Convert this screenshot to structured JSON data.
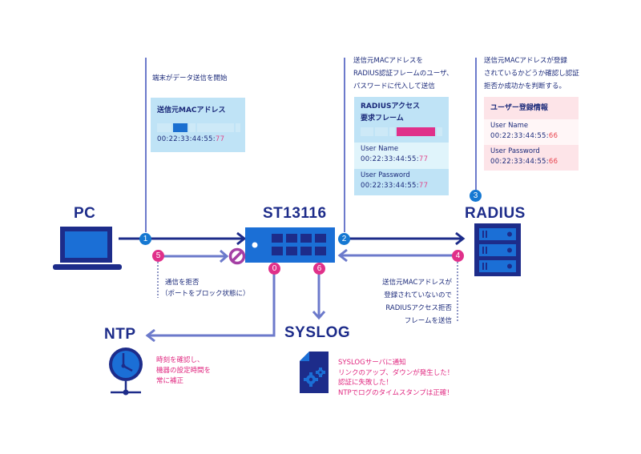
{
  "nodes": {
    "pc": "PC",
    "switch": "ST13116",
    "radius": "RADIUS",
    "ntp": "NTP",
    "syslog": "SYSLOG"
  },
  "steps": {
    "s0": "0",
    "s1": "1",
    "s2": "2",
    "s3": "3",
    "s4": "4",
    "s5": "5",
    "s6": "6"
  },
  "step1": {
    "note": "端末がデータ送信を開始",
    "box_title": "送信元MACアドレス",
    "mac_prefix": "00:22:33:44:55:",
    "mac_last": "77"
  },
  "step2": {
    "note_lines": [
      "送信元MACアドレスを",
      "RADIUS認証フレームのユーザ、",
      "パスワードに代入して送信"
    ],
    "box_title_lines": [
      "RADIUSアクセス",
      "要求フレーム"
    ],
    "user_name_label": "User Name",
    "user_name_prefix": "00:22:33:44:55:",
    "user_name_last": "77",
    "password_label": "User Password",
    "password_prefix": "00:22:33:44:55:",
    "password_last": "77"
  },
  "step3": {
    "note_lines": [
      "送信元MACアドレスが登録",
      "されているかどうか確認し認証",
      "拒否か成功かを判断する。"
    ],
    "box_title": "ユーザー登録情報",
    "user_name_label": "User Name",
    "user_name_prefix": "00:22:33:44:55:",
    "user_name_last": "66",
    "password_label": "User Password",
    "password_prefix": "00:22:33:44:55:",
    "password_last": "66"
  },
  "step4": {
    "note_lines": [
      "送信元MACアドレスが",
      "登録されていないので",
      "RADIUSアクセス拒否",
      "フレームを送信"
    ]
  },
  "step5": {
    "note_lines": [
      "通信を拒否",
      "（ポートをブロック状態に）"
    ]
  },
  "ntp": {
    "note_lines": [
      "時刻を確認し、",
      "機器の設定時間を",
      "常に補正"
    ]
  },
  "syslog": {
    "note_lines": [
      "SYSLOGサーバに通知",
      "リンクのアップ、ダウンが発生した！",
      "認証に失敗した！",
      "NTPでログのタイムスタンプは正確！"
    ]
  },
  "colors": {
    "navy": "#1d2c8a",
    "line_light": "#6c7acb",
    "blue_dot": "#1578d2",
    "pink": "#e0308a",
    "box_blue": "#bfe3f6",
    "box_pink": "#fde4e8"
  }
}
